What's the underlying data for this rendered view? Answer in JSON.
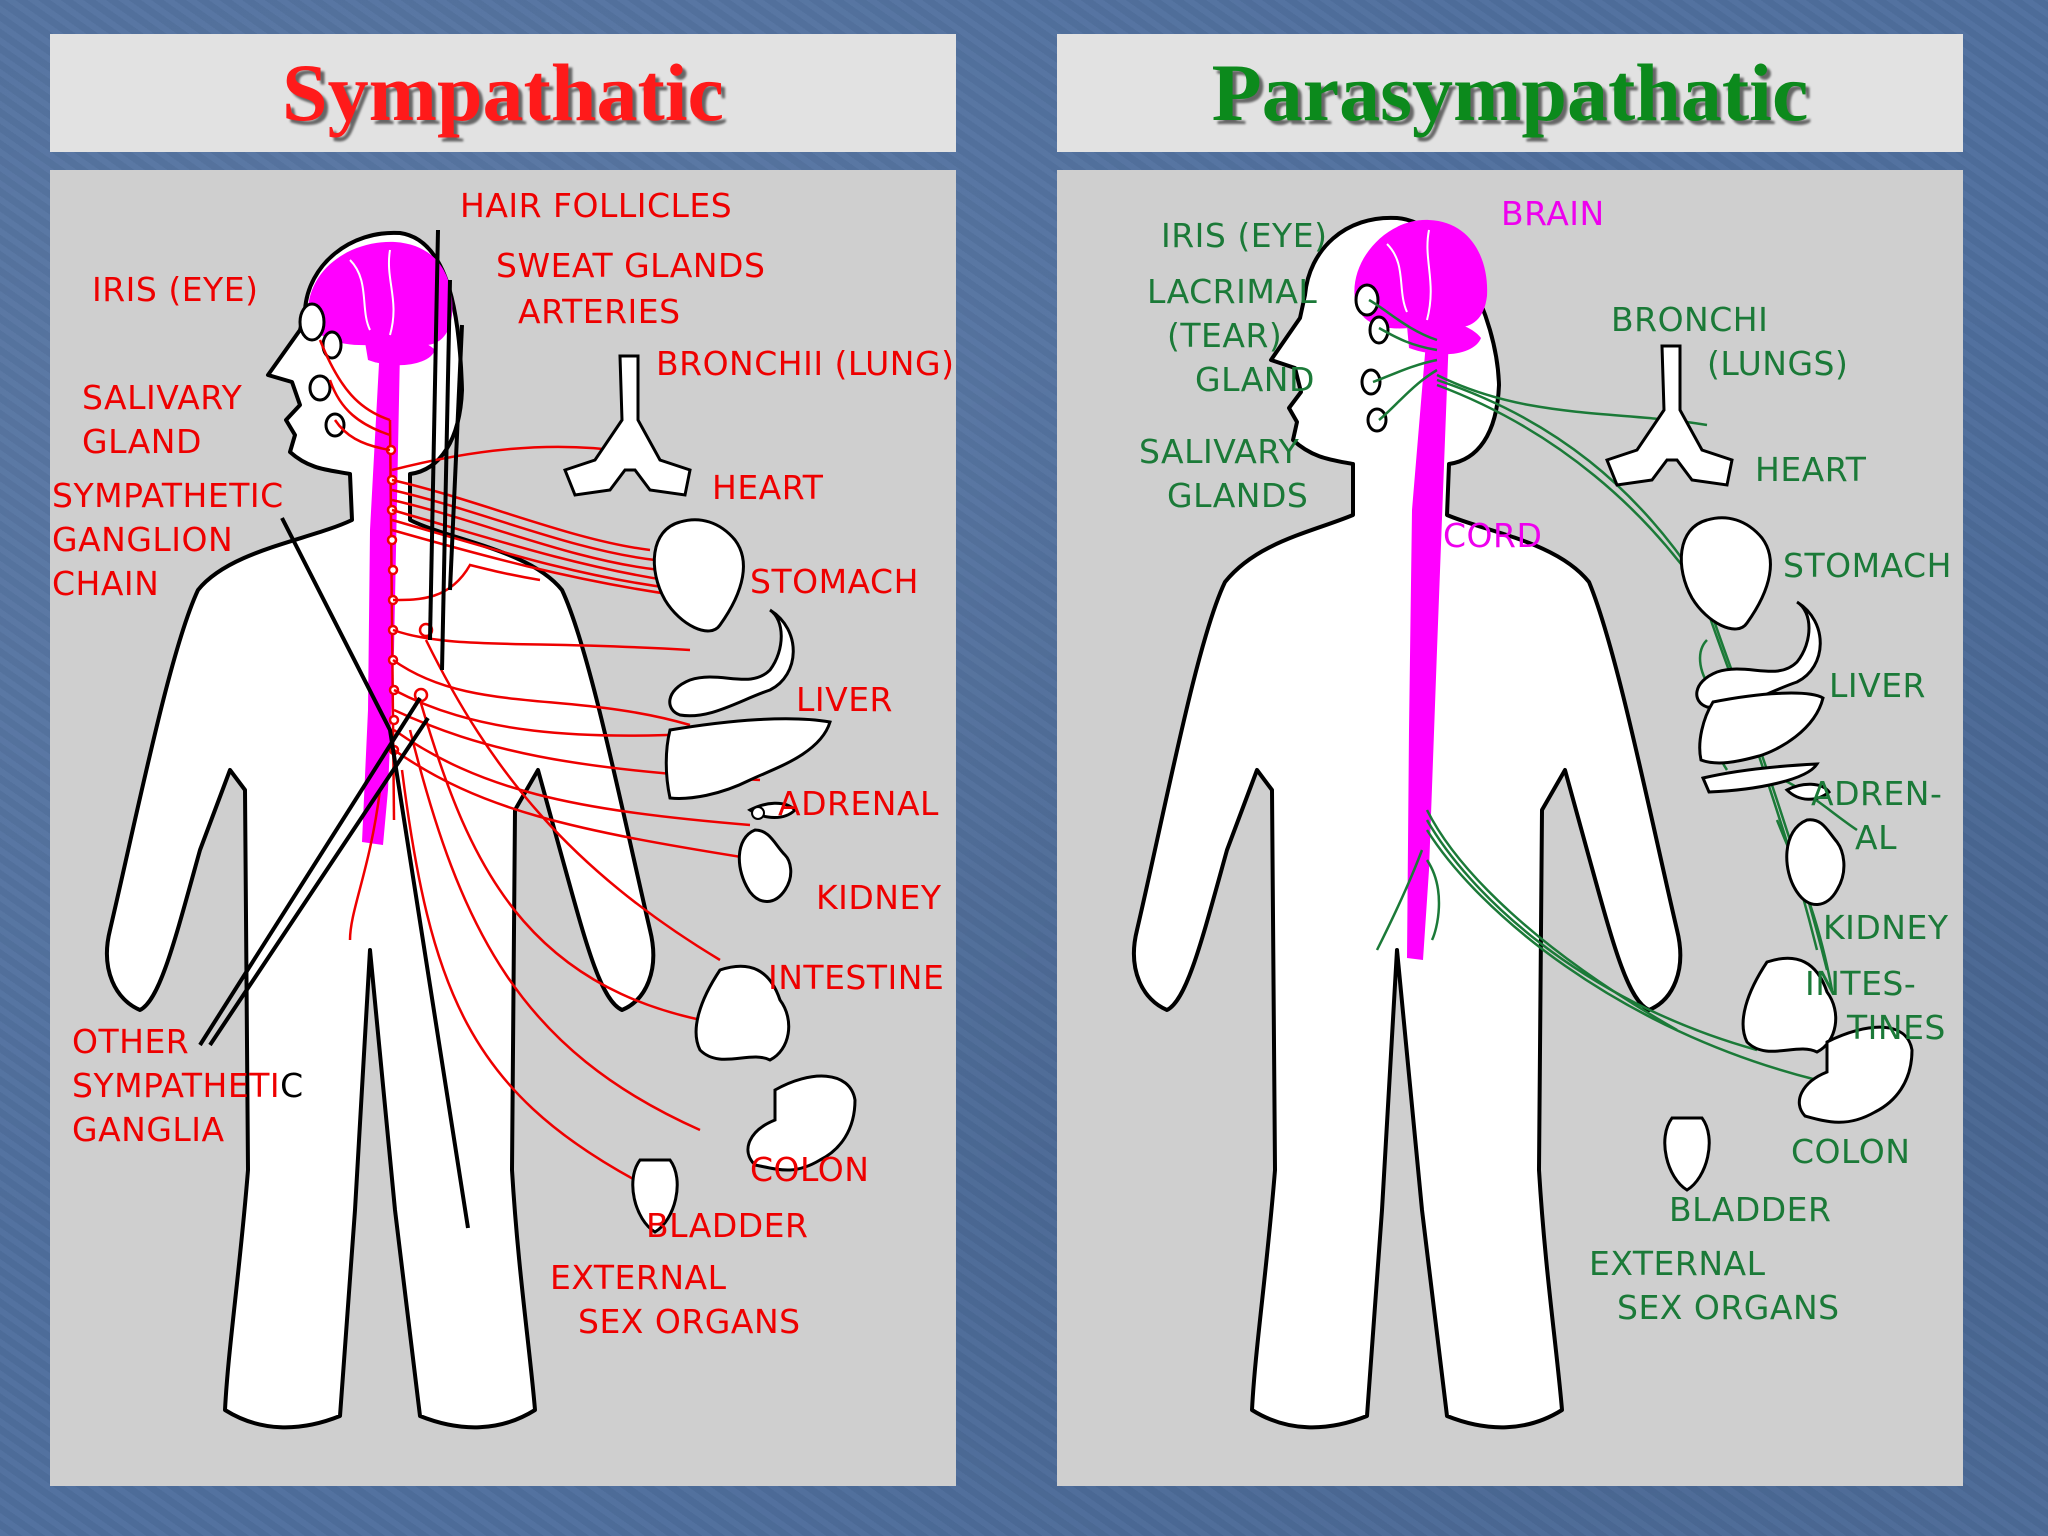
{
  "titles": {
    "left": "Sympathatic",
    "right": "Parasympathatic"
  },
  "colors": {
    "sympathetic": "#ff1a1a",
    "parasympathetic": "#0c8a1c",
    "brain_cord": "#ff00ff",
    "panel": "#cfcfcf",
    "slide_background": "#4f6f9e"
  },
  "sympathetic_labels": {
    "hair_follicles": "HAIR FOLLICLES",
    "sweat_glands": "SWEAT GLANDS",
    "arteries": "ARTERIES",
    "iris": "IRIS (EYE)",
    "bronchii": "BRONCHII (LUNG)",
    "salivary_1": "SALIVARY",
    "salivary_2": "GLAND",
    "heart": "HEART",
    "ganglion_chain_1": "SYMPATHETIC",
    "ganglion_chain_2": "GANGLION",
    "ganglion_chain_3": "CHAIN",
    "stomach": "STOMACH",
    "liver": "LIVER",
    "adrenal": "ADRENAL",
    "kidney": "KIDNEY",
    "intestine": "INTESTINE",
    "other_ganglia_1": "OTHER",
    "other_ganglia_2a": "SYMPATHETI",
    "other_ganglia_2b": "C",
    "other_ganglia_3": "GANGLIA",
    "colon": "COLON",
    "bladder": "BLADDER",
    "sex_organs_1": "EXTERNAL",
    "sex_organs_2": "SEX ORGANS"
  },
  "parasympathetic_labels": {
    "brain": "BRAIN",
    "iris": "IRIS (EYE)",
    "lacrimal_1": "LACRIMAL",
    "lacrimal_2": "(TEAR)",
    "lacrimal_3": "GLAND",
    "bronchi_1": "BRONCHI",
    "bronchi_2": "(LUNGS)",
    "salivary_1": "SALIVARY",
    "salivary_2": "GLANDS",
    "heart": "HEART",
    "cord": "CORD",
    "stomach": "STOMACH",
    "liver": "LIVER",
    "adrenal_1": "ADREN-",
    "adrenal_2": "AL",
    "kidney": "KIDNEY",
    "intestines_1": "INTES-",
    "intestines_2": "TINES",
    "colon": "COLON",
    "bladder": "BLADDER",
    "sex_organs_1": "EXTERNAL",
    "sex_organs_2": "SEX ORGANS"
  }
}
